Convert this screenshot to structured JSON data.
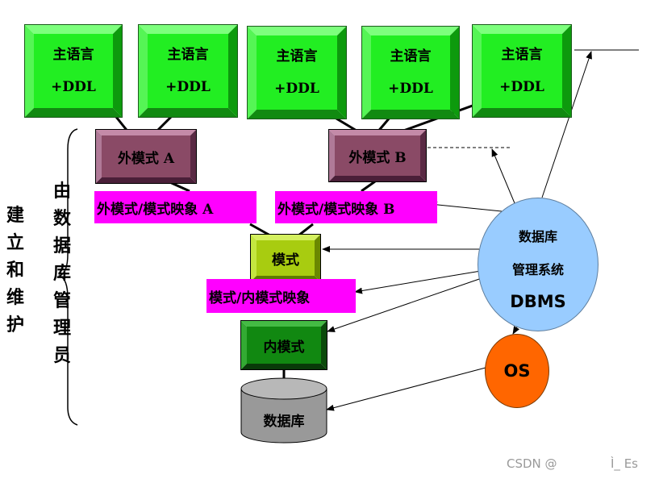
{
  "hosts": [
    {
      "line1": "主语言",
      "line2": "+DDL"
    },
    {
      "line1": "主语言",
      "line2": "+DDL"
    },
    {
      "line1": "主语言",
      "line2": "+DDL"
    },
    {
      "line1": "主语言",
      "line2": "+DDL"
    },
    {
      "line1": "主语言",
      "line2": "+DDL"
    }
  ],
  "external_schema_a": "外模式 A",
  "external_schema_b": "外模式 B",
  "mapping_a": "外模式/模式映象 A",
  "mapping_b": "外模式/模式映象 B",
  "schema": "模式",
  "internal_mapping": "模式/内模式映象",
  "internal_schema": "内模式",
  "database": "数据库",
  "dbms": {
    "line1": "数据库",
    "line2": "管理系统",
    "line3": "DBMS"
  },
  "os": "OS",
  "left_label_1": [
    "建",
    "立",
    "和",
    "维",
    "护"
  ],
  "left_label_2": [
    "由",
    "数",
    "据",
    "库",
    "管",
    "理",
    "员"
  ],
  "watermark": {
    "left": "CSDN @",
    "right": "Ì_ Es"
  },
  "colors": {
    "host_green": "#22ee22",
    "external_schema": "#8a4a66",
    "schema": "#a8cc10",
    "internal_schema": "#118811",
    "database": "#999999",
    "mapping": "#ff00ff",
    "dbms": "#99ccff",
    "os": "#ff6600"
  }
}
